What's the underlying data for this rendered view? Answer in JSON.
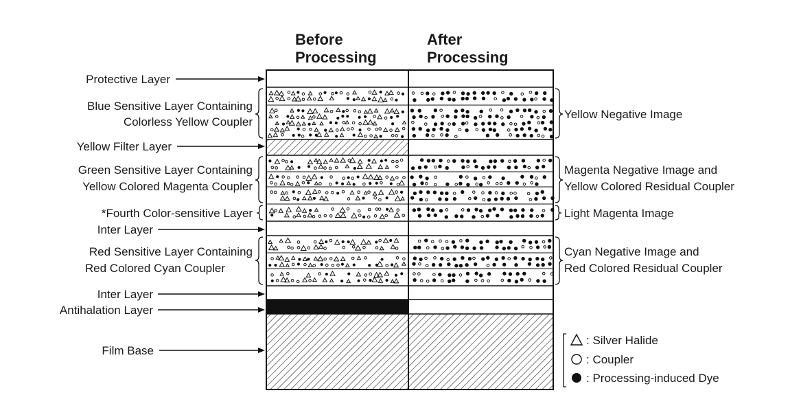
{
  "columns": {
    "before": [
      "Before",
      "Processing"
    ],
    "after": [
      "After",
      "Processing"
    ]
  },
  "left_labels": {
    "protective": "Protective Layer",
    "blue": [
      "Blue Sensitive Layer Containing",
      "Colorless Yellow Coupler"
    ],
    "yellow_filter": "Yellow Filter Layer",
    "green": [
      "Green Sensitive Layer Containing",
      "Yellow Colored Magenta Coupler"
    ],
    "fourth": "*Fourth Color-sensitive Layer",
    "inter1": "Inter Layer",
    "red": [
      "Red Sensitive Layer Containing",
      "Red Colored Cyan Coupler"
    ],
    "inter2": "Inter Layer",
    "antihalation": "Antihalation Layer",
    "base": "Film Base"
  },
  "right_labels": {
    "yellow_neg": "Yellow Negative Image",
    "magenta": [
      "Magenta Negative Image and",
      "Yellow Colored Residual Coupler"
    ],
    "light_magenta": "Light Magenta Image",
    "cyan": [
      "Cyan Negative Image and",
      "Red Colored Residual Coupler"
    ]
  },
  "legend": {
    "silver_halide": ": Silver Halide",
    "coupler": ": Coupler",
    "dye": ": Processing-induced Dye"
  }
}
